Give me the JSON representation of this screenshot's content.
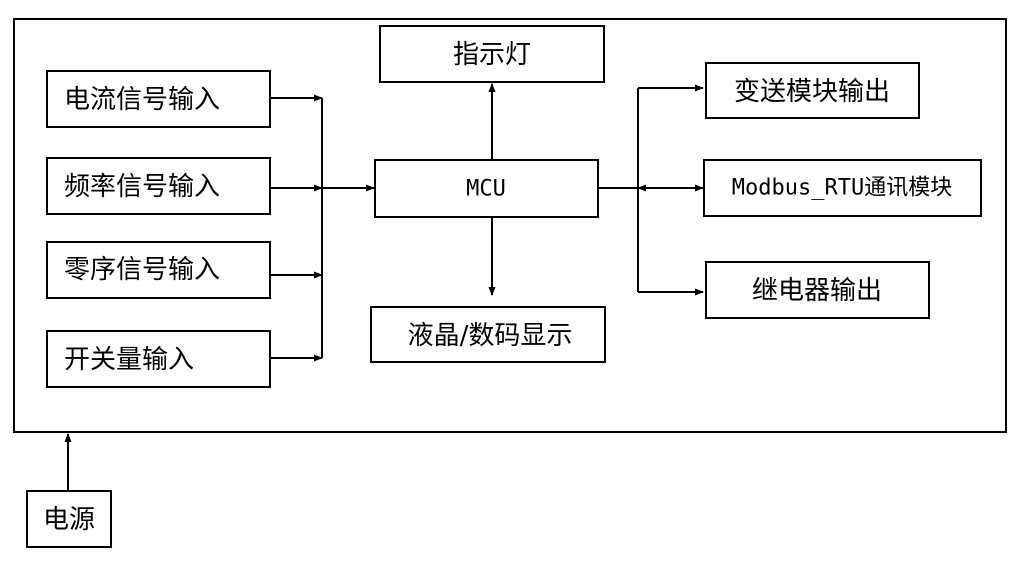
{
  "inputs": {
    "current": "电流信号输入",
    "frequency": "频率信号输入",
    "zero_sequence": "零序信号输入",
    "switch": "开关量输入"
  },
  "core": {
    "mcu": "MCU",
    "indicator": "指示灯",
    "display": "液晶/数码显示"
  },
  "outputs": {
    "transmitter": "变送模块输出",
    "modbus": "Modbus_RTU通讯模块",
    "relay": "继电器输出"
  },
  "power": {
    "label": "电源"
  }
}
